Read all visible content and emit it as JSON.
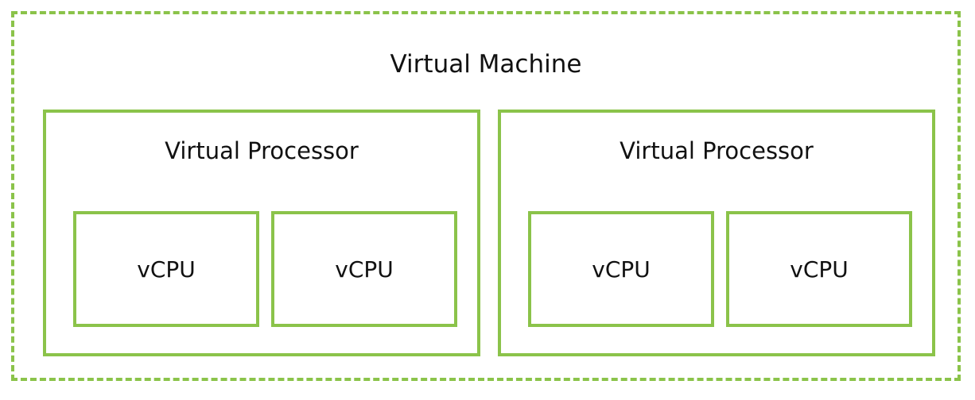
{
  "diagram": {
    "vm_title": "Virtual Machine",
    "processors": [
      {
        "title": "Virtual Processor",
        "cpus": [
          "vCPU",
          "vCPU"
        ]
      },
      {
        "title": "Virtual Processor",
        "cpus": [
          "vCPU",
          "vCPU"
        ]
      }
    ],
    "colors": {
      "border": "#8bc34a",
      "text": "#111111"
    }
  }
}
